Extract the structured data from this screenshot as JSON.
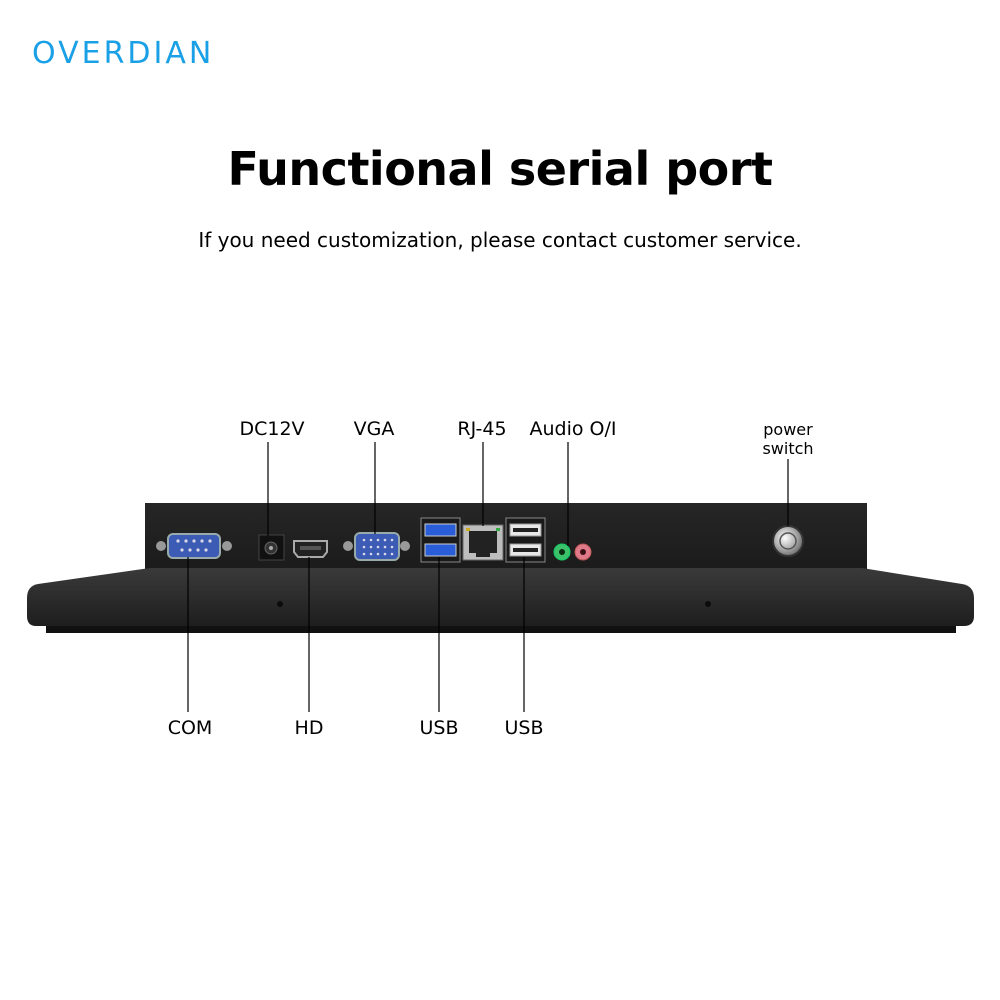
{
  "brand": "OVERDIAN",
  "title": "Functional serial port",
  "subtitle": "If you need customization, please contact customer service.",
  "labels": {
    "dc12v": "DC12V",
    "vga": "VGA",
    "rj45": "RJ-45",
    "audio": "Audio O/I",
    "power_line1": "power",
    "power_line2": "switch",
    "com": "COM",
    "hd": "HD",
    "usb1": "USB",
    "usb2": "USB"
  },
  "colors": {
    "brand": "#1aa0e6",
    "chassis": "#2b2b2b",
    "com_port": "#3b5bb5",
    "audio_out": "#3cc06a",
    "audio_in": "#e07a8a"
  }
}
